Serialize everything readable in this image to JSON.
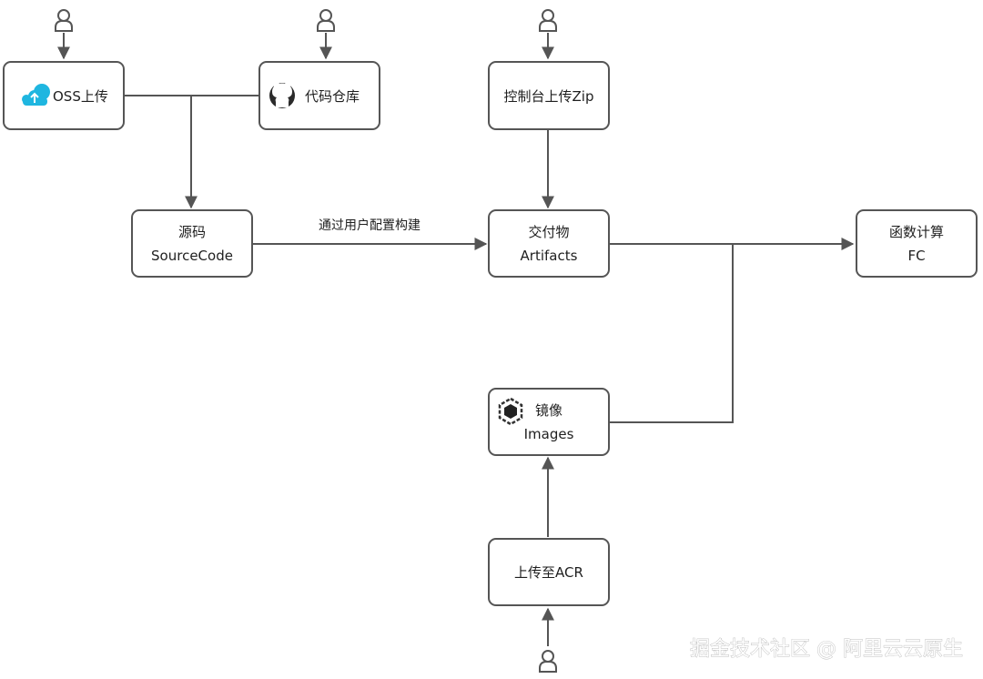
{
  "nodes": {
    "oss": {
      "label": "OSS上传",
      "icon": "cloud-upload-icon"
    },
    "repo": {
      "label": "代码仓库",
      "icon": "github-icon"
    },
    "console": {
      "label": "控制台上传Zip"
    },
    "source": {
      "line1": "源码",
      "line2": "SourceCode"
    },
    "artifacts": {
      "line1": "交付物",
      "line2": "Artifacts"
    },
    "fc": {
      "line1": "函数计算",
      "line2": "FC"
    },
    "images": {
      "line1": "镜像",
      "line2": "Images",
      "icon": "container-image-icon"
    },
    "acr": {
      "label": "上传至ACR"
    }
  },
  "edges": {
    "build_label": "通过用户配置构建"
  },
  "watermark": "掘金技术社区 @ 阿里云云原生",
  "colors": {
    "stroke": "#555555",
    "text": "#1f1f1f",
    "oss_icon": "#1fb6e0",
    "github_icon": "#2b2b2b",
    "image_icon": "#333333"
  }
}
